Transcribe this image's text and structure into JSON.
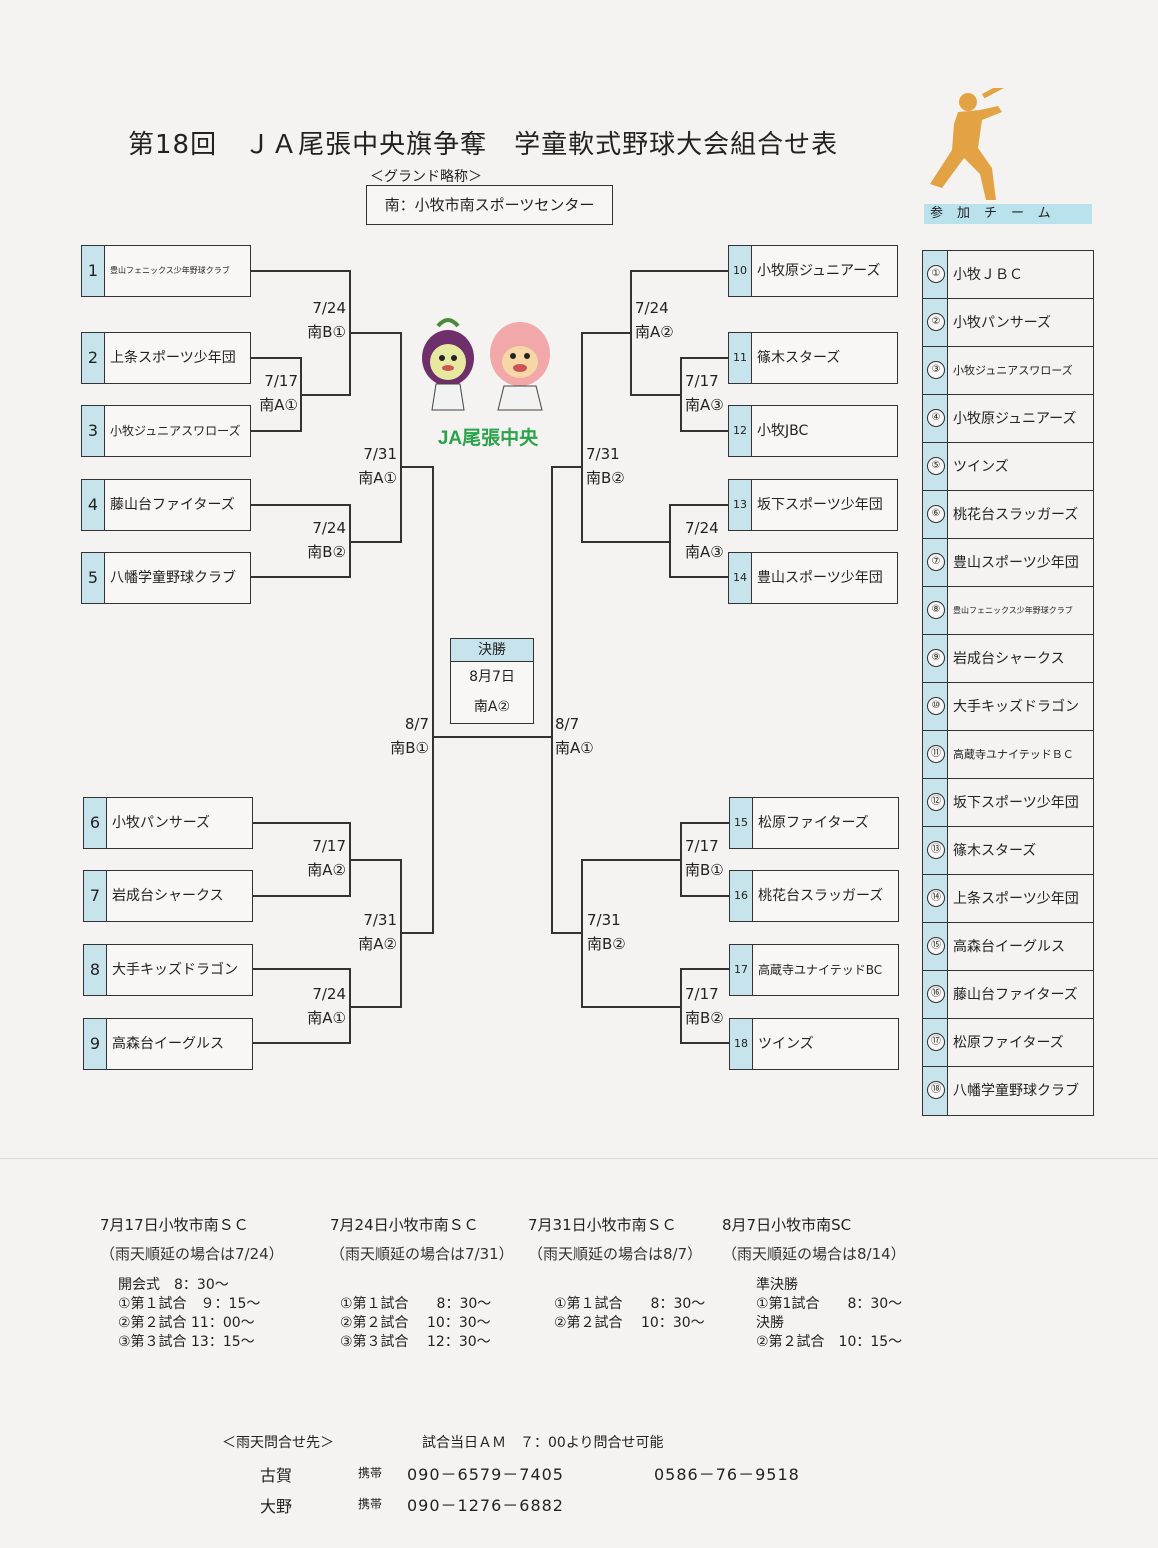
{
  "title": "第18回　ＪＡ尾張中央旗争奪　学童軟式野球大会組合せ表",
  "ground_caption": "＜グランド略称＞",
  "ground": "南：小牧市南スポーツセンター",
  "logo_text": "JA尾張中央",
  "left_teams": [
    {
      "seed": "1",
      "name": "豊山フェニックス少年野球クラブ"
    },
    {
      "seed": "2",
      "name": "上条スポーツ少年団"
    },
    {
      "seed": "3",
      "name": "小牧ジュニアスワローズ"
    },
    {
      "seed": "4",
      "name": "藤山台ファイターズ"
    },
    {
      "seed": "5",
      "name": "八幡学童野球クラブ"
    },
    {
      "seed": "6",
      "name": "小牧パンサーズ"
    },
    {
      "seed": "7",
      "name": "岩成台シャークス"
    },
    {
      "seed": "8",
      "name": "大手キッズドラゴン"
    },
    {
      "seed": "9",
      "name": "高森台イーグルス"
    }
  ],
  "right_teams": [
    {
      "seed": "10",
      "name": "小牧原ジュニアーズ"
    },
    {
      "seed": "11",
      "name": "篠木スターズ"
    },
    {
      "seed": "12",
      "name": "小牧JBC"
    },
    {
      "seed": "13",
      "name": "坂下スポーツ少年団"
    },
    {
      "seed": "14",
      "name": "豊山スポーツ少年団"
    },
    {
      "seed": "15",
      "name": "松原ファイターズ"
    },
    {
      "seed": "16",
      "name": "桃花台スラッガーズ"
    },
    {
      "seed": "17",
      "name": "高蔵寺ユナイテッドBC"
    },
    {
      "seed": "18",
      "name": "ツインズ"
    }
  ],
  "games": {
    "l_2_3": {
      "date": "7/17",
      "field": "南A①"
    },
    "l_1": {
      "date": "7/24",
      "field": "南B①"
    },
    "l_4_5": {
      "date": "7/24",
      "field": "南B②"
    },
    "l_top_semi": {
      "date": "7/31",
      "field": "南A①"
    },
    "l_6_7": {
      "date": "7/17",
      "field": "南A②"
    },
    "l_8_9": {
      "date": "7/24",
      "field": "南A①"
    },
    "l_bot_semi": {
      "date": "7/31",
      "field": "南A②"
    },
    "l_semi": {
      "date": "8/7",
      "field": "南B①"
    },
    "r_11_12": {
      "date": "7/17",
      "field": "南A③"
    },
    "r_10": {
      "date": "7/24",
      "field": "南A②"
    },
    "r_13_14": {
      "date": "7/24",
      "field": "南A③"
    },
    "r_top_semi": {
      "date": "7/31",
      "field": "南B②"
    },
    "r_15_16": {
      "date": "7/17",
      "field": "南B①"
    },
    "r_17_18": {
      "date": "7/17",
      "field": "南B②"
    },
    "r_bot_semi": {
      "date": "7/31",
      "field": "南B②"
    },
    "r_semi": {
      "date": "8/7",
      "field": "南A①"
    }
  },
  "final": {
    "header": "決勝",
    "date": "8月7日",
    "field": "南A②"
  },
  "participants_header": "参加チーム",
  "participants": [
    {
      "no": "①",
      "name": "小牧ＪＢＣ"
    },
    {
      "no": "②",
      "name": "小牧パンサーズ"
    },
    {
      "no": "③",
      "name": "小牧ジュニアスワローズ"
    },
    {
      "no": "④",
      "name": "小牧原ジュニアーズ"
    },
    {
      "no": "⑤",
      "name": "ツインズ"
    },
    {
      "no": "⑥",
      "name": "桃花台スラッガーズ"
    },
    {
      "no": "⑦",
      "name": "豊山スポーツ少年団"
    },
    {
      "no": "⑧",
      "name": "豊山フェニックス少年野球クラブ"
    },
    {
      "no": "⑨",
      "name": "岩成台シャークス"
    },
    {
      "no": "⑩",
      "name": "大手キッズドラゴン"
    },
    {
      "no": "⑪",
      "name": "高蔵寺ユナイテッドＢＣ"
    },
    {
      "no": "⑫",
      "name": "坂下スポーツ少年団"
    },
    {
      "no": "⑬",
      "name": "篠木スターズ"
    },
    {
      "no": "⑭",
      "name": "上条スポーツ少年団"
    },
    {
      "no": "⑮",
      "name": "高森台イーグルス"
    },
    {
      "no": "⑯",
      "name": "藤山台ファイターズ"
    },
    {
      "no": "⑰",
      "name": "松原ファイターズ"
    },
    {
      "no": "⑱",
      "name": "八幡学童野球クラブ"
    }
  ],
  "schedule": [
    {
      "day": "7月17日小牧市南ＳＣ",
      "rain": "（雨天順延の場合は7/24）",
      "lines": "開会式　8：30～\n①第１試合　９：15～\n②第２試合 11：00～\n③第３試合 13：15～"
    },
    {
      "day": "7月24日小牧市南ＳＣ",
      "rain": "（雨天順延の場合は7/31）",
      "lines": "①第１試合　　8：30～\n②第２試合　 10：30～\n③第３試合　 12：30～"
    },
    {
      "day": "7月31日小牧市南ＳＣ",
      "rain": "（雨天順延の場合は8/7）",
      "lines": "①第１試合　　8：30～\n②第２試合　 10：30～"
    },
    {
      "day": "8月7日小牧市南SC",
      "rain": "（雨天順延の場合は8/14）",
      "lines": "準決勝\n①第1試合　　8：30～\n決勝\n②第２試合　10：15～"
    }
  ],
  "contact": {
    "header": "＜雨天問合せ先＞",
    "note": "試合当日ＡＭ　７：00より問合せ可能",
    "p1_name": "古賀",
    "p1_type": "携帯",
    "p1_tel": "090－6579－7405",
    "p1_tel2": "0586－76－9518",
    "p2_name": "大野",
    "p2_type": "携帯",
    "p2_tel": "090－1276－6882"
  },
  "colors": {
    "accent": "#c7e3ec",
    "batter": "#e3a345",
    "mascot_left": "#6e2f6b",
    "mascot_right": "#f2a7a8",
    "ja_green": "#2aa34b"
  }
}
